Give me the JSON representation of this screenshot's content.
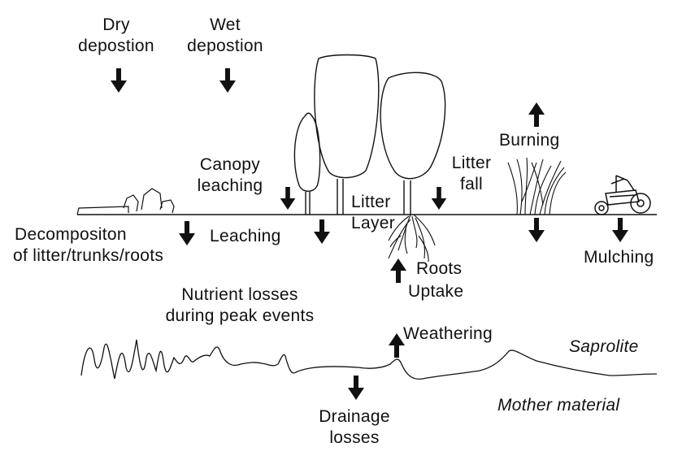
{
  "labels": {
    "dry_deposition": [
      "Dry",
      "depostion"
    ],
    "wet_deposition": [
      "Wet",
      "depostion"
    ],
    "canopy_leaching": [
      "Canopy",
      "leaching"
    ],
    "litter_layer": [
      "Litter",
      "Layer"
    ],
    "litter_fall": [
      "Litter",
      "fall"
    ],
    "burning": "Burning",
    "decomposition": [
      "Decompositon",
      "of litter/trunks/roots"
    ],
    "leaching": "Leaching",
    "roots": "Roots",
    "uptake": "Uptake",
    "mulching": "Mulching",
    "nutrient_losses": [
      "Nutrient losses",
      "during peak events"
    ],
    "weathering": "Weathering",
    "saprolite": "Saprolite",
    "mother_material": "Mother material",
    "drainage_losses": [
      "Drainage",
      "losses"
    ]
  },
  "icons": [
    "down-arrow-icon",
    "up-arrow-icon",
    "tree-icon",
    "grass-tuft-icon",
    "tractor-icon",
    "log-debris-icon",
    "roots-icon"
  ]
}
